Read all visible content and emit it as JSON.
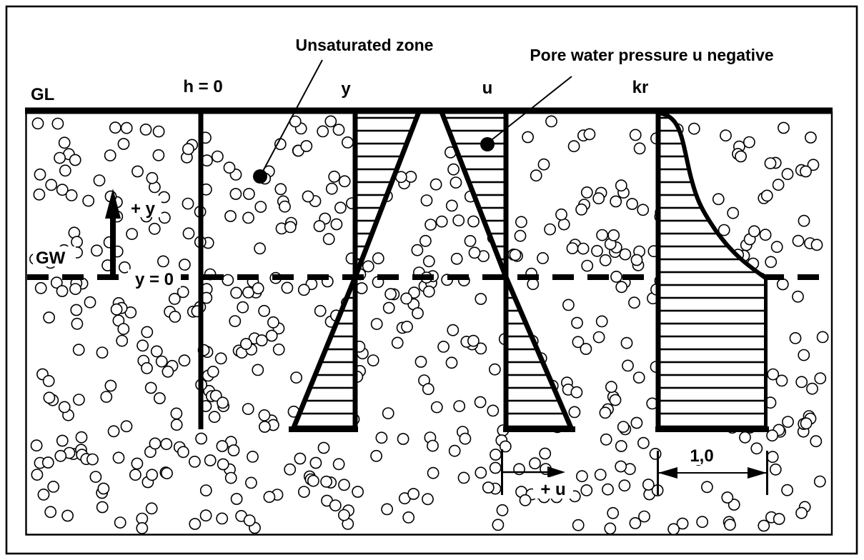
{
  "figure": {
    "colors": {
      "ink": "#000000",
      "paper": "#ffffff"
    },
    "axis_labels": {
      "gl": "GL",
      "h0": "h = 0",
      "y": "y",
      "u": "u",
      "kr": "kr"
    },
    "water_table": {
      "gw": "GW",
      "plus_y": "+ y",
      "y_zero": "y = 0"
    },
    "callouts": {
      "unsaturated": "Unsaturated zone",
      "pore_negative": "Pore water pressure u negative"
    },
    "dimensions": {
      "plus_u": "+ u",
      "kr_full": "1,0"
    }
  }
}
